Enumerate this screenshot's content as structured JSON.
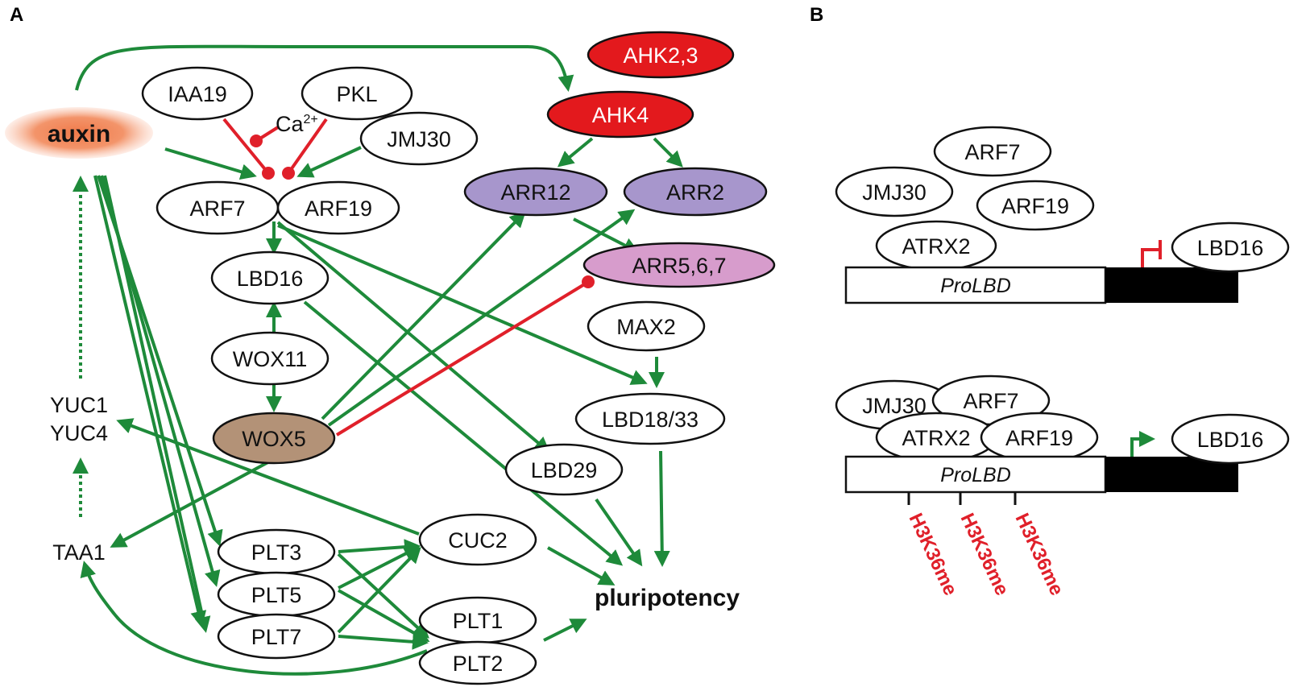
{
  "panel_a": {
    "label": "A",
    "auxin": "auxin",
    "ca": "Ca",
    "ca_sup": "2+",
    "pluripotency": "pluripotency",
    "nodes": {
      "iaa19": "IAA19",
      "pkl": "PKL",
      "jmj30": "JMJ30",
      "arf7": "ARF7",
      "arf19": "ARF19",
      "lbd16": "LBD16",
      "wox11": "WOX11",
      "wox5": "WOX5",
      "ahk23": "AHK2,3",
      "ahk4": "AHK4",
      "arr12": "ARR12",
      "arr2": "ARR2",
      "arr567": "ARR5,6,7",
      "max2": "MAX2",
      "lbd1833": "LBD18/33",
      "lbd29": "LBD29",
      "cuc2": "CUC2",
      "plt3": "PLT3",
      "plt5": "PLT5",
      "plt7": "PLT7",
      "plt1": "PLT1",
      "plt2": "PLT2",
      "yuc1": "YUC1",
      "yuc4": "YUC4",
      "taa1": "TAA1"
    }
  },
  "panel_b": {
    "label": "B",
    "top": {
      "arf7": "ARF7",
      "jmj30": "JMJ30",
      "arf19": "ARF19",
      "atrx2": "ATRX2",
      "lbd16": "LBD16",
      "promoter": "ProLBD"
    },
    "bottom": {
      "jmj30": "JMJ30",
      "arf7": "ARF7",
      "atrx2": "ATRX2",
      "arf19": "ARF19",
      "lbd16": "LBD16",
      "promoter": "ProLBD"
    },
    "marks": [
      "H3K36me",
      "H3K36me",
      "H3K36me"
    ]
  },
  "colors": {
    "green": "#1e8a3a",
    "red": "#e0202a",
    "ahk": "#e3191d",
    "arr": "#a796cc",
    "arr567": "#d79ccc",
    "wox5": "#b39277",
    "auxin": "#f08a5d"
  }
}
